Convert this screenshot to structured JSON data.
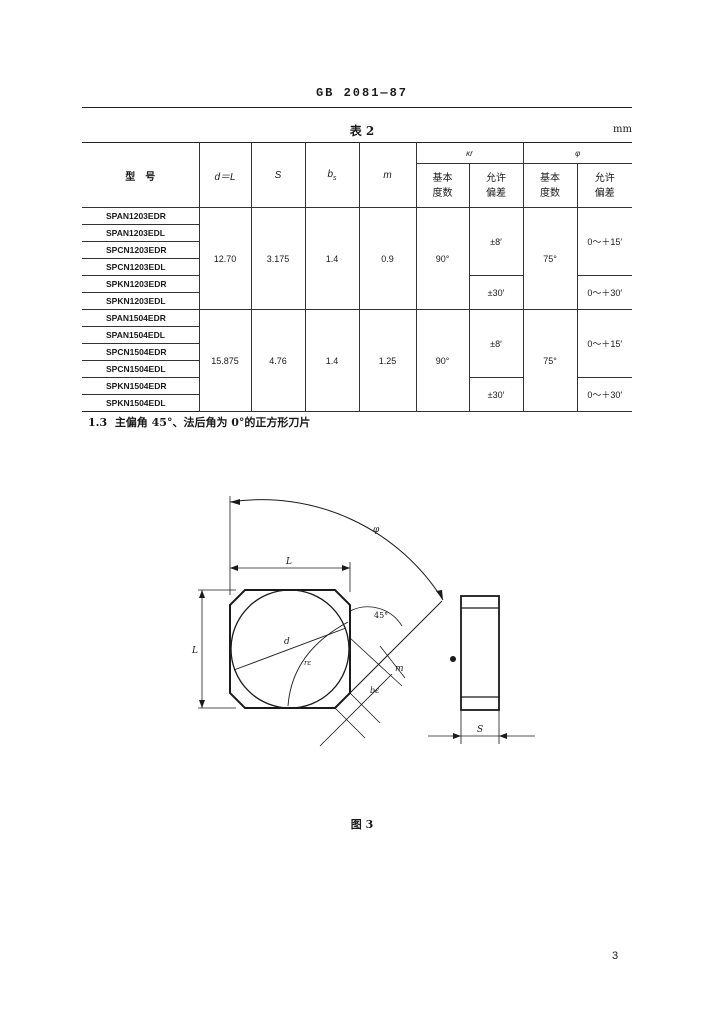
{
  "header": {
    "standard": "GB 2081—87"
  },
  "table": {
    "title": "表 2",
    "unit": "mm",
    "headers": {
      "model": "型　号",
      "dl": "d＝L",
      "s": "S",
      "bs": "b",
      "bs_sub": "s",
      "m": "m",
      "kr_group": "κr",
      "phi_group": "φ",
      "basic1": "基本\n度数",
      "tol1": "允许\n偏差",
      "basic2": "基本\n度数",
      "tol2": "允许\n偏差"
    },
    "groups": [
      {
        "models": [
          "SPAN1203EDR",
          "SPAN1203EDL",
          "SPCN1203EDR",
          "SPCN1203EDL",
          "SPKN1203EDR",
          "SPKN1203EDL"
        ],
        "dl": "12.70",
        "s": "3.175",
        "bs": "1.4",
        "m": "0.9",
        "kr_basic": "90°",
        "kr_tol_a": "±8′",
        "kr_tol_b": "±30′",
        "phi_basic": "75°",
        "phi_tol_a": "0～＋15′",
        "phi_tol_b": "0～＋30′"
      },
      {
        "models": [
          "SPAN1504EDR",
          "SPAN1504EDL",
          "SPCN1504EDR",
          "SPCN1504EDL",
          "SPKN1504EDR",
          "SPKN1504EDL"
        ],
        "dl": "15.875",
        "s": "4.76",
        "bs": "1.4",
        "m": "1.25",
        "kr_basic": "90°",
        "kr_tol_a": "±8′",
        "kr_tol_b": "±30′",
        "phi_basic": "75°",
        "phi_tol_a": "0～＋15′",
        "phi_tol_b": "0～＋30′"
      }
    ]
  },
  "section": {
    "number": "1.3",
    "title": "主偏角 45°、法后角为 0°的正方形刀片"
  },
  "figure": {
    "labels": {
      "phi": "φ",
      "L_top": "L",
      "L_side": "L",
      "angle": "45°",
      "d": "d",
      "r": "rε",
      "m": "m",
      "bs": "bε",
      "S": "S"
    },
    "caption": "图 3"
  },
  "page_number": "3"
}
